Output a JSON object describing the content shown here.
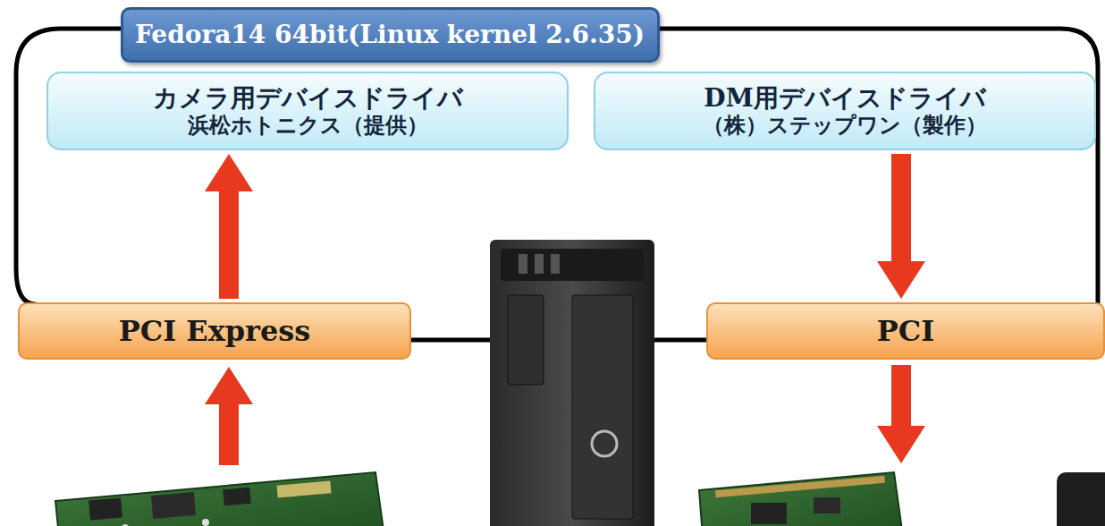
{
  "diagram": {
    "nodes": [
      {
        "text": [
          "Fedora14 64bit(Linux kernel 2.6.35)"
        ]
      },
      {
        "text": [
          "カメラ用デバイスドライバ",
          "浜松ホトニクス（提供）"
        ]
      },
      {
        "text": [
          "DM用デバイスドライバ",
          "（株）ステップワン（製作）"
        ]
      },
      {
        "text": [
          "PCI Express"
        ]
      },
      {
        "text": [
          "PCI"
        ]
      }
    ],
    "edges": [
      {
        "from": 3,
        "to": 1,
        "arrow": "to"
      },
      {
        "from": 2,
        "to": 4,
        "arrow": "to"
      }
    ]
  }
}
